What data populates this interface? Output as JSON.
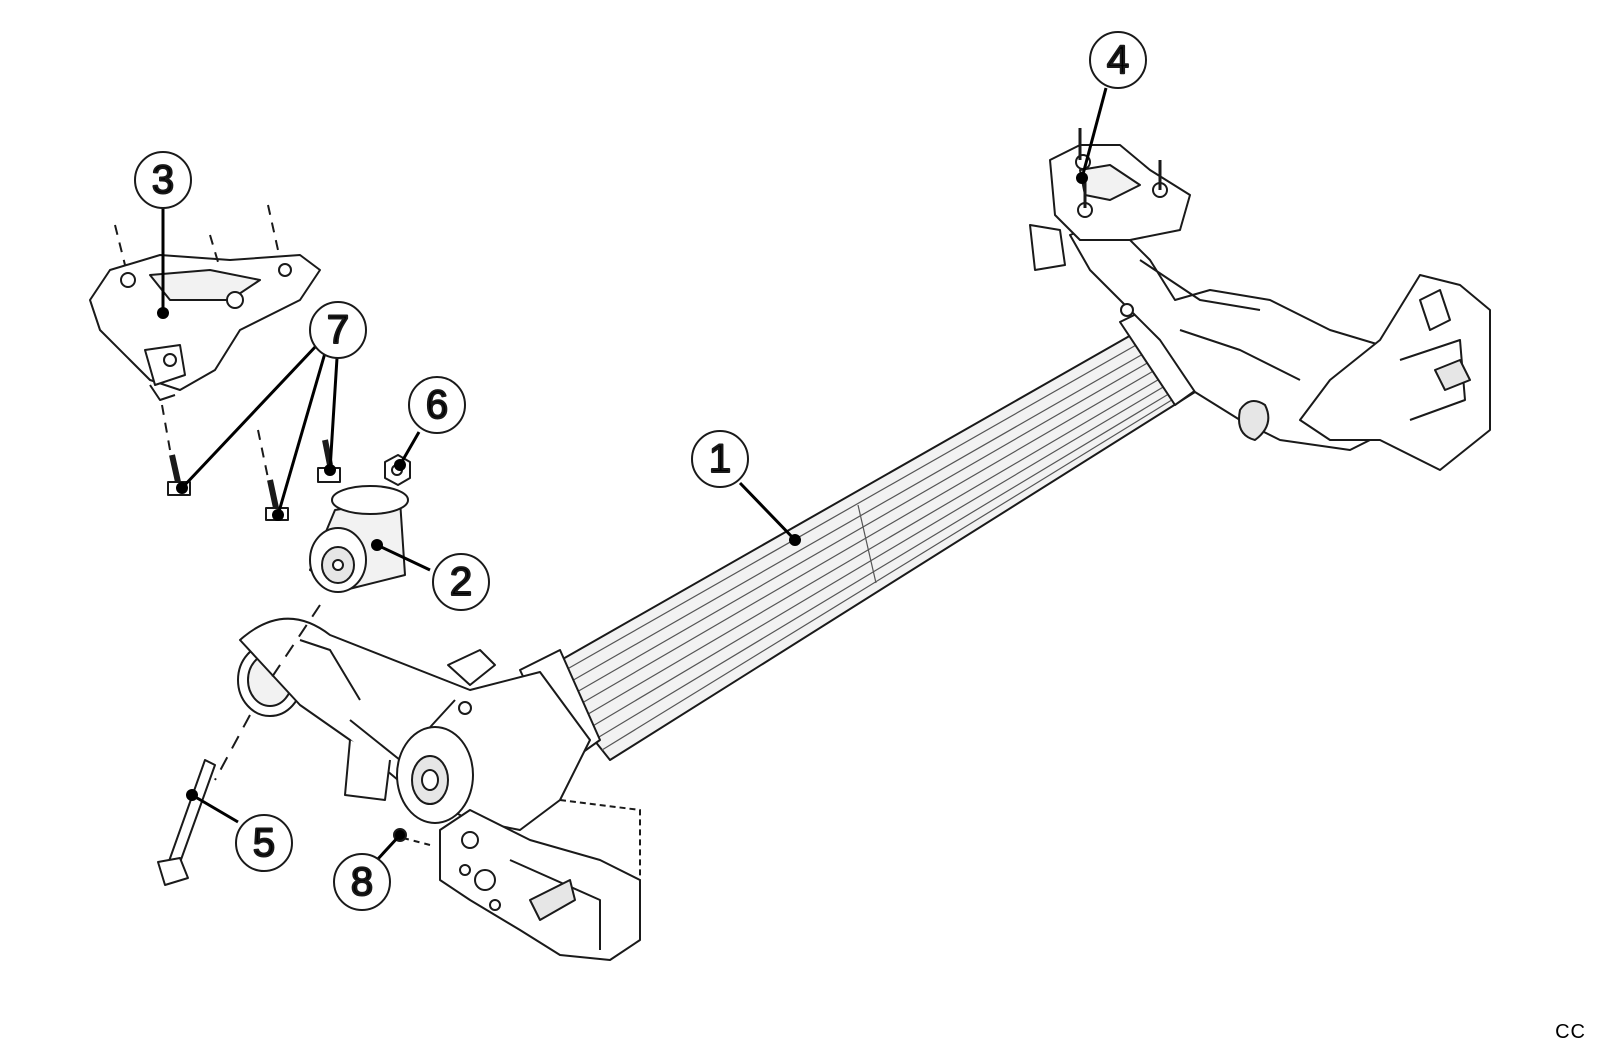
{
  "callouts": [
    {
      "id": "callout-1",
      "label": "1",
      "part": "axle-beam"
    },
    {
      "id": "callout-2",
      "label": "2",
      "part": "pivot-bushing"
    },
    {
      "id": "callout-3",
      "label": "3",
      "part": "left-mounting-bracket"
    },
    {
      "id": "callout-4",
      "label": "4",
      "part": "right-mounting-bracket"
    },
    {
      "id": "callout-5",
      "label": "5",
      "part": "pivot-bolt"
    },
    {
      "id": "callout-6",
      "label": "6",
      "part": "nut"
    },
    {
      "id": "callout-7",
      "label": "7",
      "part": "bracket-bolts"
    },
    {
      "id": "callout-8",
      "label": "8",
      "part": "sensor-bolt"
    }
  ],
  "corner_code": "CC",
  "colors": {
    "line": "#1a1a1a",
    "fill": "#ffffff",
    "shade": "#e6e6e6"
  }
}
